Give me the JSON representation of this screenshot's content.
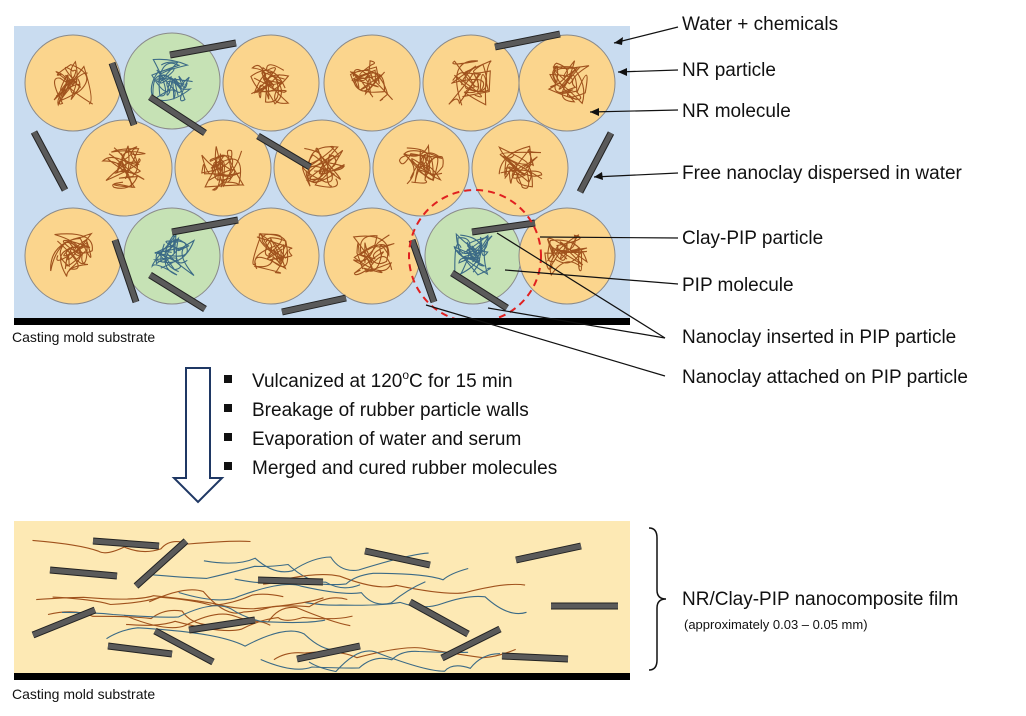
{
  "colors": {
    "water": "#c9dcf0",
    "nr_fill": "#fbd58d",
    "pip_fill": "#c6e2b5",
    "particle_stroke": "#8a8a8a",
    "nr_molecule": "#a0521d",
    "pip_molecule": "#3b6a86",
    "clay_fill": "#5a5a5a",
    "film": "#fde9b4",
    "substrate": "#000000",
    "dash_circle": "#e02020",
    "arrow": "#1f3864"
  },
  "labels": {
    "water_chemicals": "Water + chemicals",
    "nr_particle": "NR particle",
    "nr_molecule": "NR molecule",
    "free_nanoclay": "Free nanoclay dispersed in water",
    "clay_pip_particle": "Clay-PIP particle",
    "pip_molecule": "PIP molecule",
    "nanoclay_inserted": "Nanoclay inserted in PIP particle",
    "nanoclay_attached": "Nanoclay attached on PIP particle",
    "substrate_top": "Casting mold substrate",
    "substrate_bottom": "Casting mold substrate",
    "film_title": "NR/Clay-PIP nanocomposite film",
    "film_thickness": "(approximately 0.03 – 0.05 mm)"
  },
  "steps": {
    "step1_main": "Vulcanized at 120",
    "step1_sup": "o",
    "step1_end": "C for 15 min",
    "step2": "Breakage of rubber particle walls",
    "step3": "Evaporation of water and serum",
    "step4": "Merged and cured rubber molecules"
  },
  "icons": {
    "bullet": "square-bullet-icon",
    "process_arrow": "down-arrow-icon",
    "bracket": "right-brace-icon"
  }
}
